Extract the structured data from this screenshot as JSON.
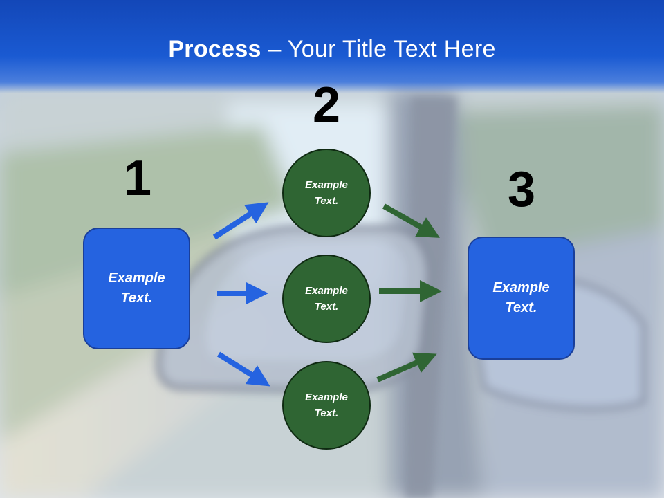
{
  "title": {
    "bold": "Process",
    "rest": " – Your Title Text Here"
  },
  "steps": {
    "one": "1",
    "two": "2",
    "three": "3"
  },
  "nodes": {
    "left_box": "Example Text.",
    "circle_top": "Example Text.",
    "circle_middle": "Example Text.",
    "circle_bottom": "Example Text.",
    "right_box": "Example Text."
  },
  "colors": {
    "title_band": "#1a5ad2",
    "box_fill": "#2563e0",
    "circle_fill": "#2f6533",
    "blue_arrow": "#2563e0",
    "green_arrow": "#2f6533"
  }
}
